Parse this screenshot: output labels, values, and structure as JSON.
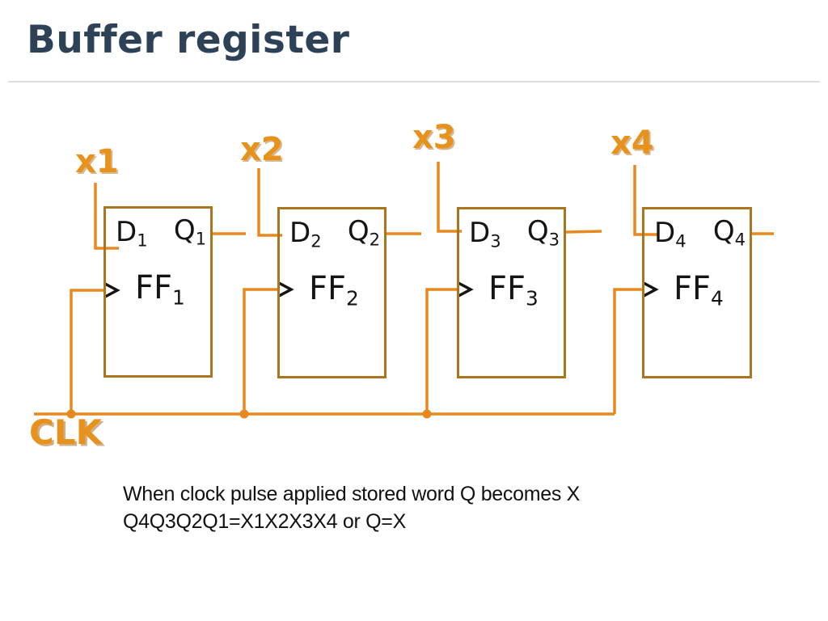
{
  "title": "Buffer register",
  "clk_label": "CLK",
  "note": {
    "line1": "When clock pulse applied stored word Q becomes X",
    "line2": "Q4Q3Q2Q1=X1X2X3X4 or Q=X"
  },
  "flip_flops": [
    {
      "input": "x1",
      "d": "D",
      "d_sub": "1",
      "q": "Q",
      "q_sub": "1",
      "name": "FF",
      "name_sub": "1"
    },
    {
      "input": "x2",
      "d": "D",
      "d_sub": "2",
      "q": "Q",
      "q_sub": "2",
      "name": "FF",
      "name_sub": "2"
    },
    {
      "input": "x3",
      "d": "D",
      "d_sub": "3",
      "q": "Q",
      "q_sub": "3",
      "name": "FF",
      "name_sub": "3"
    },
    {
      "input": "x4",
      "d": "D",
      "d_sub": "4",
      "q": "Q",
      "q_sub": "4",
      "name": "FF",
      "name_sub": "4"
    }
  ],
  "colors": {
    "wire_orange": "#e8891f",
    "box_border_brown": "#a9761f",
    "label_orange": "#e8921e",
    "title_navy": "#2d4257",
    "text_black": "#111111"
  }
}
